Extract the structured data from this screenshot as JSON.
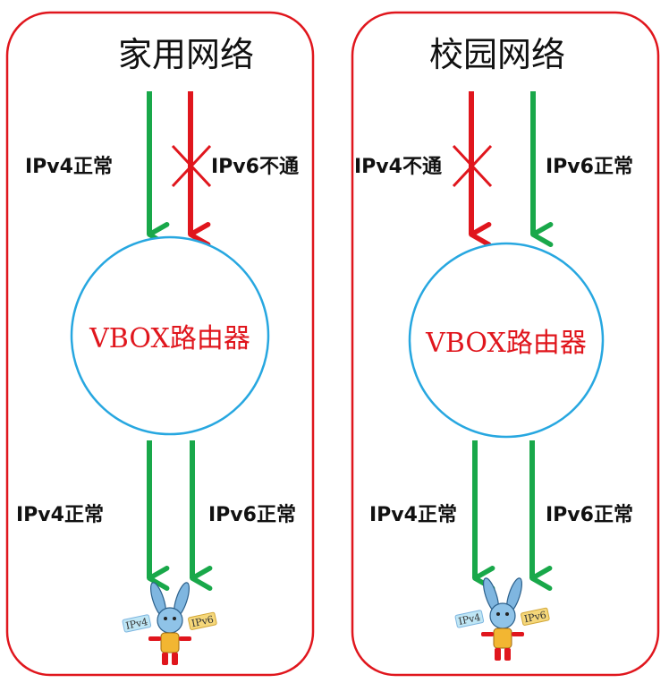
{
  "colors": {
    "panel_border": "#e0161d",
    "ok_arrow": "#19a84a",
    "blocked_arrow": "#e0161d",
    "router_circle": "#27a7e0",
    "router_text": "#e0161d"
  },
  "panels": [
    {
      "title": "家用网络",
      "incoming": [
        {
          "label": "IPv4正常",
          "status": "ok"
        },
        {
          "label": "IPv6不通",
          "status": "blocked"
        }
      ],
      "router_label": "VBOX路由器",
      "outgoing": [
        {
          "label": "IPv4正常",
          "status": "ok"
        },
        {
          "label": "IPv6正常",
          "status": "ok"
        }
      ],
      "mascot_tags": [
        "IPv4",
        "IPv6"
      ]
    },
    {
      "title": "校园网络",
      "incoming": [
        {
          "label": "IPv4不通",
          "status": "blocked"
        },
        {
          "label": "IPv6正常",
          "status": "ok"
        }
      ],
      "router_label": "VBOX路由器",
      "outgoing": [
        {
          "label": "IPv4正常",
          "status": "ok"
        },
        {
          "label": "IPv6正常",
          "status": "ok"
        }
      ],
      "mascot_tags": [
        "IPv4",
        "IPv6"
      ]
    }
  ]
}
